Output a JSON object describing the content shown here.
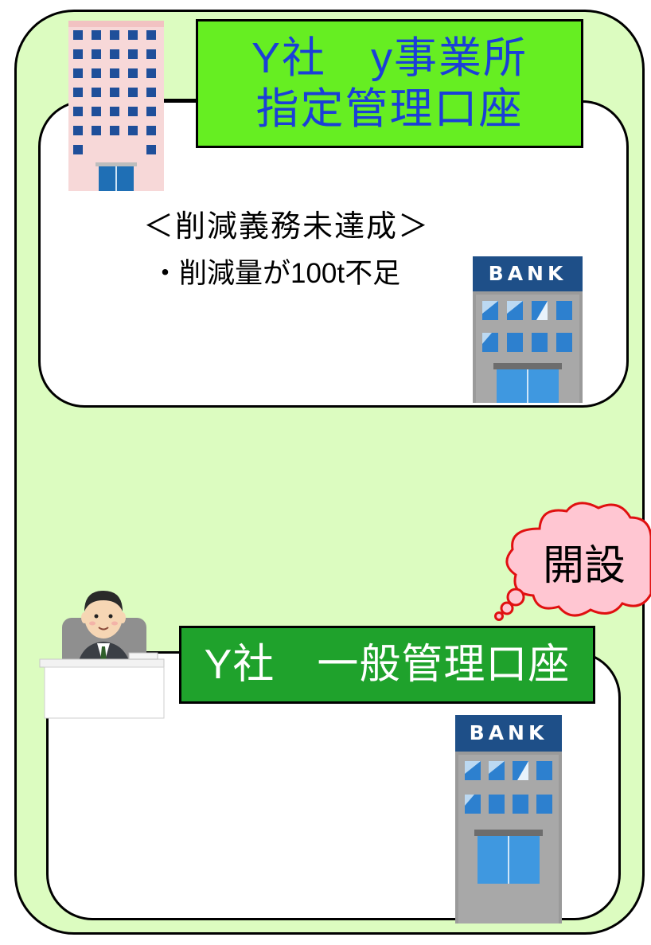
{
  "account_designated": {
    "label_line1": "Y社　y事業所",
    "label_line2": "指定管理口座",
    "status_heading": "＜削減義務未達成＞",
    "status_detail": "・削減量が100t不足",
    "bank_sign": "BANK"
  },
  "account_general": {
    "label": "Y社　一般管理口座",
    "bank_sign": "BANK"
  },
  "speech_bubble": {
    "text": "開設"
  },
  "colors": {
    "outer_background": "#dcfcc0",
    "designated_label_bg": "#66ee22",
    "designated_label_text": "#1a3fd8",
    "general_label_bg": "#1fa22c",
    "general_label_text": "#ffffff",
    "bubble_fill": "#ffc6d2",
    "bank_sign_bg": "#1e4f88"
  }
}
